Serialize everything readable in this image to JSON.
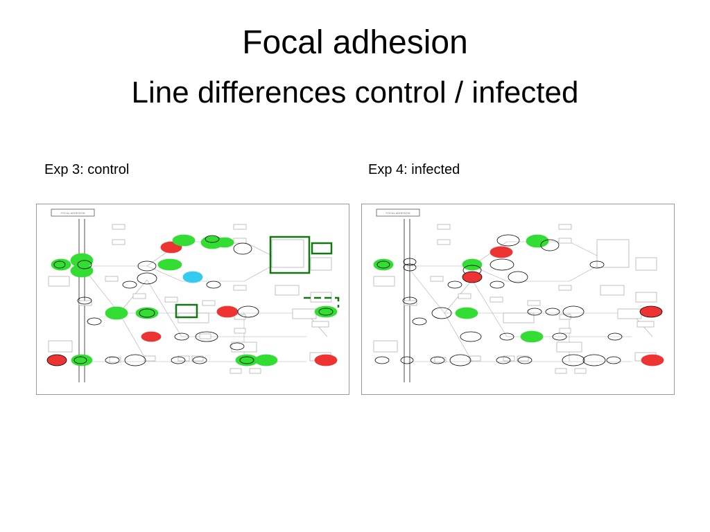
{
  "slide": {
    "title": "Focal adhesion",
    "subtitle": "Line differences control / infected"
  },
  "panels": [
    {
      "label": "Exp 3: control",
      "header": "FOCAL ADHESION"
    },
    {
      "label": "Exp 4: infected",
      "header": "FOCAL ADHESION"
    }
  ],
  "colors": {
    "up_green": "#33dd33",
    "down_red": "#ee3333",
    "cyan": "#33ccee",
    "outline_black": "#000000",
    "box_green": "#117711"
  }
}
